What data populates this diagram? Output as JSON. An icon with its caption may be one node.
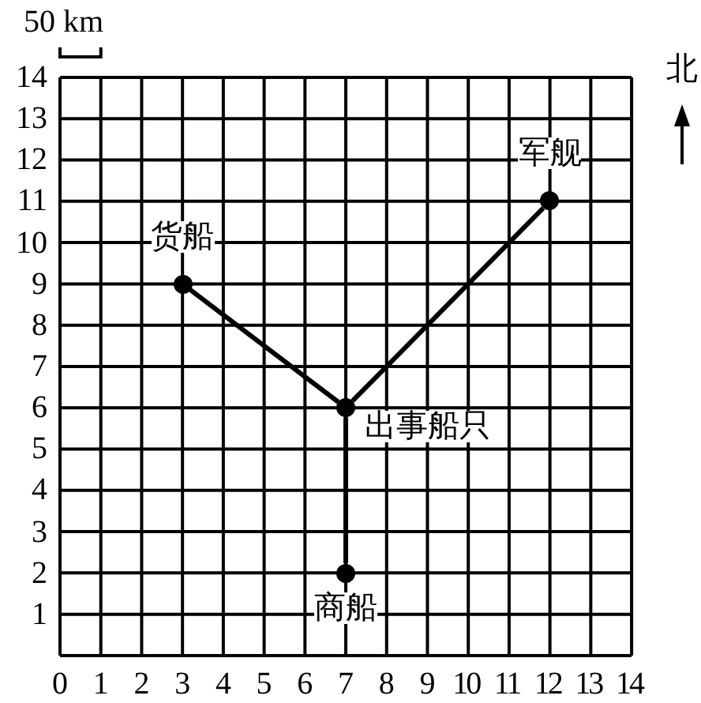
{
  "diagram": {
    "nodes": [
      {
        "text": [],
        "shape": "circle",
        "beside": [
          "货船"
        ]
      },
      {
        "text": [],
        "shape": "circle",
        "beside": [
          "军舰"
        ]
      },
      {
        "text": [],
        "shape": "circle",
        "beside": [
          "出事船只"
        ]
      },
      {
        "text": [],
        "shape": "circle",
        "beside": [
          "商船"
        ]
      }
    ],
    "edges": [
      {
        "from": 0,
        "to": 2,
        "arrow": "none"
      },
      {
        "from": 1,
        "to": 2,
        "arrow": "none"
      },
      {
        "from": 3,
        "to": 2,
        "arrow": "none"
      }
    ],
    "labels": [
      "50 km",
      "14",
      "北",
      "13",
      "12",
      "11",
      "10",
      "9",
      "8",
      "7",
      "6",
      "5",
      "4",
      "3",
      "2",
      "1",
      "0",
      "1",
      "2",
      "3",
      "4",
      "5",
      "6",
      "7",
      "8",
      "9",
      "10",
      "11",
      "12",
      "13",
      "14"
    ]
  }
}
